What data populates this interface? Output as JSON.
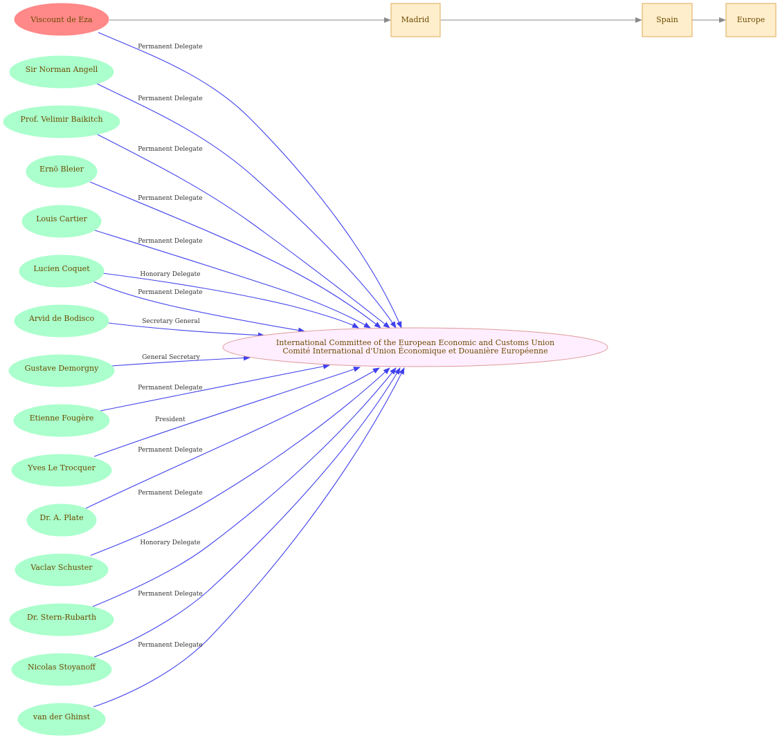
{
  "central": {
    "line1": "International Committee of the European Economic and Customs Union",
    "line2": "Comité International d'Union Économique et Douanière Européenne"
  },
  "people": [
    {
      "name": "Viscount  de Eza",
      "role": "Permanent Delegate",
      "highlight": true
    },
    {
      "name": "Sir Norman Angell",
      "role": "Permanent Delegate"
    },
    {
      "name": "Prof. Velimir Baikitch",
      "role": "Permanent Delegate"
    },
    {
      "name": "Ernö Bleier",
      "role": "Permanent Delegate"
    },
    {
      "name": "Louis Cartier",
      "role": "Permanent Delegate"
    },
    {
      "name": "Lucien Coquet",
      "role": "Honorary Delegate",
      "role2": "Permanent Delegate"
    },
    {
      "name": "Arvid de Bodisco",
      "role": "Secretary General"
    },
    {
      "name": "Gustave Demorgny",
      "role": "General Secretary"
    },
    {
      "name": "Etienne Fougère",
      "role": "Permanent Delegate"
    },
    {
      "name": "Yves Le Trocquer",
      "role": "President"
    },
    {
      "name": "Dr. A. Plate",
      "role": "Permanent Delegate"
    },
    {
      "name": "Vaclav Schuster",
      "role": "Permanent Delegate"
    },
    {
      "name": "Dr. Stern-Rubarth",
      "role": "Honorary Delegate"
    },
    {
      "name": "Nicolas Stoyanoff",
      "role": "Permanent Delegate"
    },
    {
      "name": "van der Ghinst",
      "role": "Permanent Delegate"
    }
  ],
  "places": [
    "Madrid",
    "Spain",
    "Europe"
  ],
  "colors": {
    "person_fill": "#aaffcc",
    "highlight_fill": "#ff8888",
    "central_fill": "#ffeeff",
    "central_stroke": "#dd9999",
    "place_fill": "#ffeecc",
    "place_stroke": "#ddaa55",
    "edge": "#4040ee",
    "place_edge": "#8a8a8a"
  }
}
